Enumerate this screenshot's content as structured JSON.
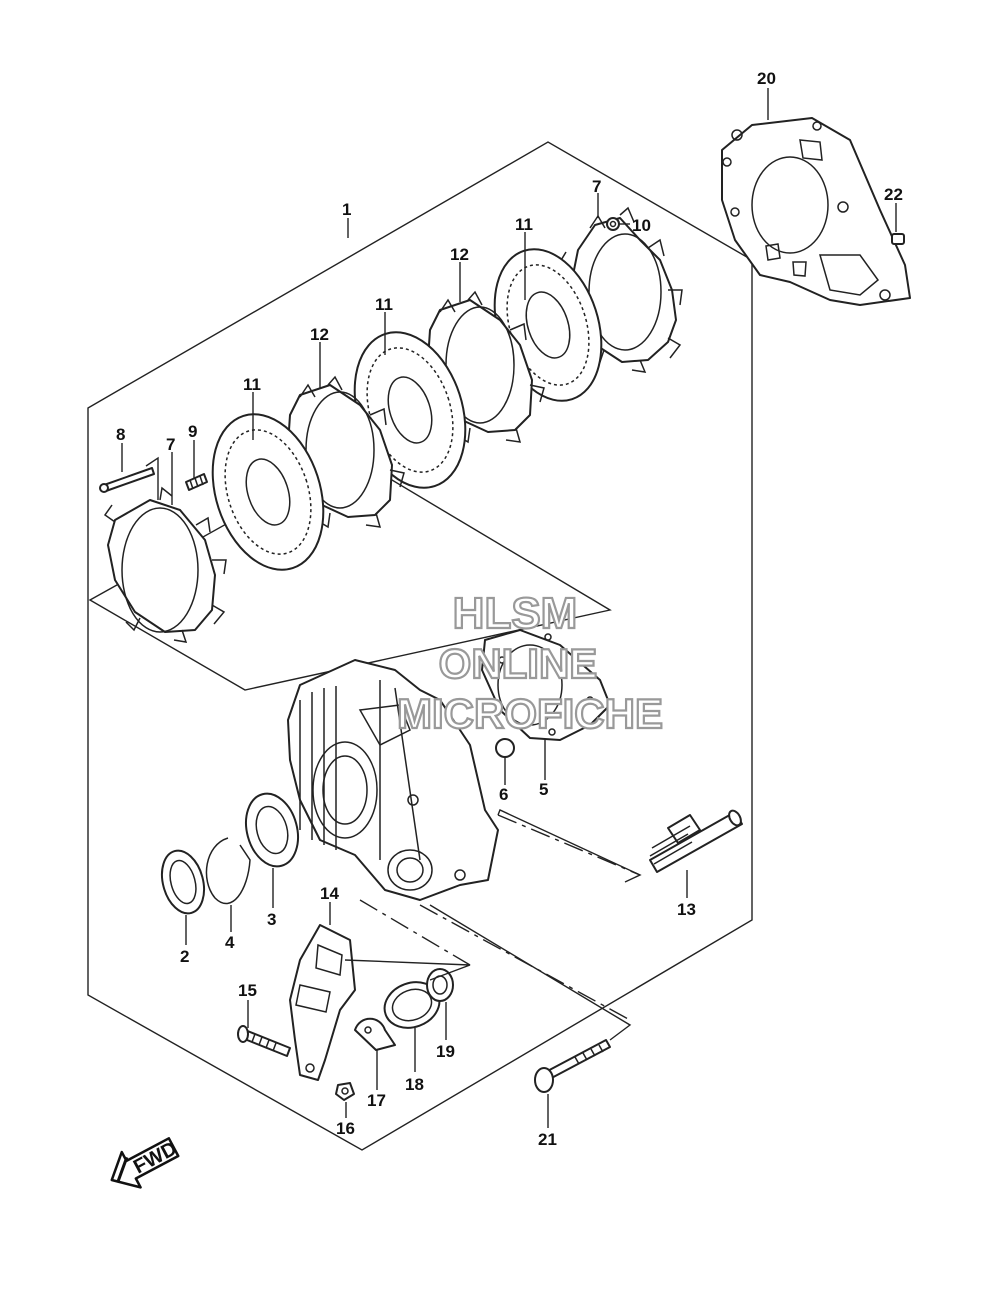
{
  "callouts": {
    "c1": "1",
    "c2": "2",
    "c3": "3",
    "c4": "4",
    "c5": "5",
    "c6": "6",
    "c7a": "7",
    "c7b": "7",
    "c8": "8",
    "c9": "9",
    "c10": "10",
    "c11a": "11",
    "c11b": "11",
    "c11c": "11",
    "c12a": "12",
    "c12b": "12",
    "c13": "13",
    "c14": "14",
    "c15": "15",
    "c16": "16",
    "c17": "17",
    "c18": "18",
    "c19": "19",
    "c20": "20",
    "c21": "21",
    "c22": "22"
  },
  "watermark": {
    "line1": "HLSM",
    "line2": "ONLINE",
    "line3": "MICROFICHE"
  },
  "direction_arrow": {
    "label": "FWD",
    "icon": "forward-arrow-icon"
  }
}
